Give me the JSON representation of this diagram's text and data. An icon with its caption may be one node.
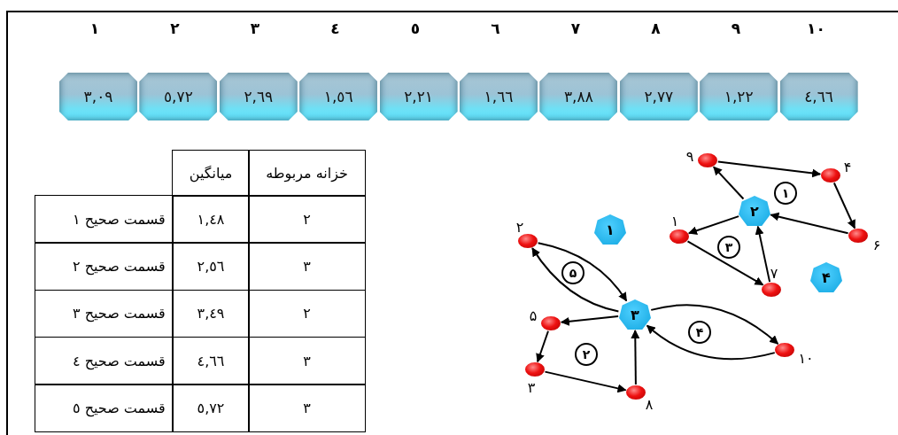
{
  "diagram": {
    "nodes": [
      {
        "text": [
          "٣,٠٩"
        ],
        "beside": [
          "١"
        ]
      },
      {
        "text": [
          "٥,٧٢"
        ],
        "beside": [
          "٢"
        ]
      },
      {
        "text": [
          "٢,٦٩"
        ],
        "beside": [
          "٣"
        ]
      },
      {
        "text": [
          "١,٥٦"
        ],
        "beside": [
          "٤"
        ]
      },
      {
        "text": [
          "٢,٢١"
        ],
        "beside": [
          "٥"
        ]
      },
      {
        "text": [
          "١,٦٦"
        ],
        "beside": [
          "٦"
        ]
      },
      {
        "text": [
          "٣,٨٨"
        ],
        "beside": [
          "٧"
        ]
      },
      {
        "text": [
          "٢,٧٧"
        ],
        "beside": [
          "٨"
        ]
      },
      {
        "text": [
          "١,٢٢"
        ],
        "beside": [
          "٩"
        ]
      },
      {
        "text": [
          "٤,٦٦"
        ],
        "beside": [
          "١٠"
        ]
      },
      {
        "text": [],
        "shape": "circle",
        "beside": [
          "۹"
        ]
      },
      {
        "text": [],
        "shape": "circle",
        "beside": [
          "۴"
        ]
      },
      {
        "text": [
          "۲"
        ]
      },
      {
        "text": [
          "۱"
        ]
      },
      {
        "text": [],
        "shape": "circle",
        "beside": [
          "۱"
        ]
      },
      {
        "text": [],
        "shape": "circle",
        "beside": [
          "۶"
        ]
      },
      {
        "text": [],
        "shape": "circle",
        "beside": [
          "۲"
        ]
      },
      {
        "text": [],
        "shape": "circle",
        "beside": [
          "۷"
        ]
      },
      {
        "text": [
          "۴"
        ]
      },
      {
        "text": [
          "۳"
        ]
      },
      {
        "text": [],
        "shape": "circle",
        "beside": [
          "۵"
        ]
      },
      {
        "text": [],
        "shape": "circle",
        "beside": [
          "۱۰"
        ]
      },
      {
        "text": [],
        "shape": "circle",
        "beside": [
          "۳"
        ]
      },
      {
        "text": [],
        "shape": "circle",
        "beside": [
          "۸"
        ]
      }
    ],
    "edges": [
      {
        "from": 10,
        "to": 11,
        "arrow": "to"
      },
      {
        "from": 11,
        "to": 15,
        "arrow": "to"
      },
      {
        "from": 15,
        "to": 12,
        "arrow": "to"
      },
      {
        "from": 12,
        "to": 10,
        "arrow": "to"
      },
      {
        "from": 12,
        "to": 14,
        "arrow": "to"
      },
      {
        "from": 14,
        "to": 17,
        "arrow": "to"
      },
      {
        "from": 17,
        "to": 12,
        "arrow": "to"
      },
      {
        "from": 16,
        "to": 19,
        "arrow": "to"
      },
      {
        "from": 19,
        "to": 16,
        "arrow": "to"
      },
      {
        "from": 19,
        "to": 20,
        "arrow": "to"
      },
      {
        "from": 20,
        "to": 22,
        "arrow": "to"
      },
      {
        "from": 22,
        "to": 23,
        "arrow": "to"
      },
      {
        "from": 23,
        "to": 19,
        "arrow": "to"
      },
      {
        "from": 19,
        "to": 21,
        "arrow": "to"
      },
      {
        "from": 21,
        "to": 19,
        "arrow": "to"
      }
    ],
    "labels": [
      "خزانه مربوطه",
      "میانگین",
      "٢",
      "١,٤٨",
      "قسمت صحیح ١",
      "٣",
      "٢,٥٦",
      "قسمت صحیح ٢",
      "٢",
      "٣,٤٩",
      "قسمت صحیح ٣",
      "٣",
      "٤,٦٦",
      "قسمت صحیح ٤",
      "٣",
      "٥,٧٢",
      "قسمت صحیح ٥",
      "۱",
      "۳",
      "۵",
      "۴",
      "۲"
    ]
  }
}
